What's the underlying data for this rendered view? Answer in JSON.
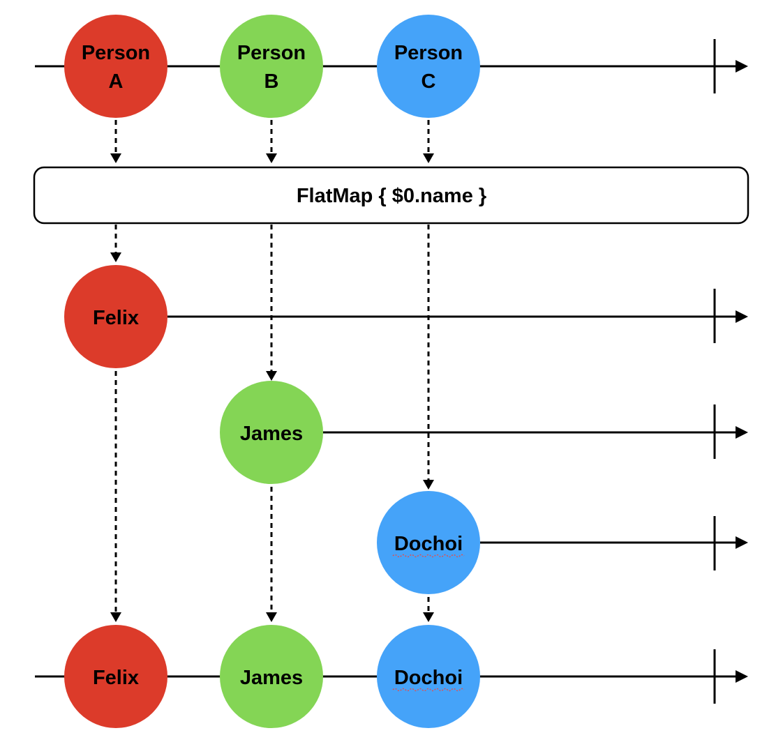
{
  "colors": {
    "red": "#dc3b2a",
    "green": "#84d555",
    "blue": "#45a3f9",
    "line": "#000000",
    "box_fill": "#ffffff"
  },
  "source": {
    "items": [
      {
        "line1": "Person",
        "line2": "A",
        "color": "red"
      },
      {
        "line1": "Person",
        "line2": "B",
        "color": "green"
      },
      {
        "line1": "Person",
        "line2": "C",
        "color": "blue"
      }
    ]
  },
  "operator": {
    "label": "FlatMap { $0.name }"
  },
  "inner": {
    "items": [
      {
        "label": "Felix",
        "color": "red"
      },
      {
        "label": "James",
        "color": "green"
      },
      {
        "label": "Dochoi",
        "color": "blue"
      }
    ]
  },
  "result": {
    "items": [
      {
        "label": "Felix",
        "color": "red"
      },
      {
        "label": "James",
        "color": "green"
      },
      {
        "label": "Dochoi",
        "color": "blue"
      }
    ]
  }
}
